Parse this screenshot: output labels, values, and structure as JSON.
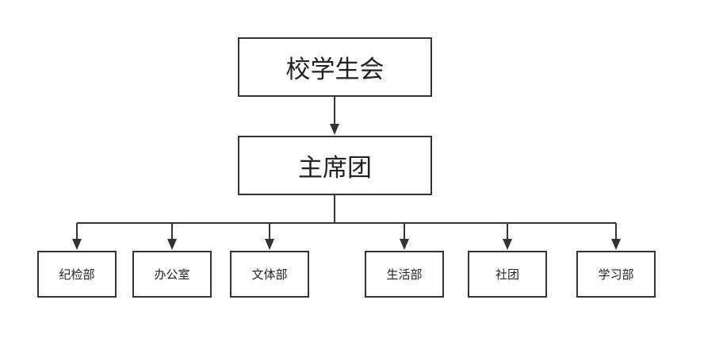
{
  "diagram": {
    "root": {
      "label": "校学生会"
    },
    "presidium": {
      "label": "主席团"
    },
    "departments": [
      {
        "label": "纪检部"
      },
      {
        "label": "办公室"
      },
      {
        "label": "文体部"
      },
      {
        "label": "生活部"
      },
      {
        "label": "社团"
      },
      {
        "label": "学习部"
      }
    ],
    "colors": {
      "line": "#333333",
      "box_border": "#333333",
      "background": "#ffffff"
    }
  }
}
